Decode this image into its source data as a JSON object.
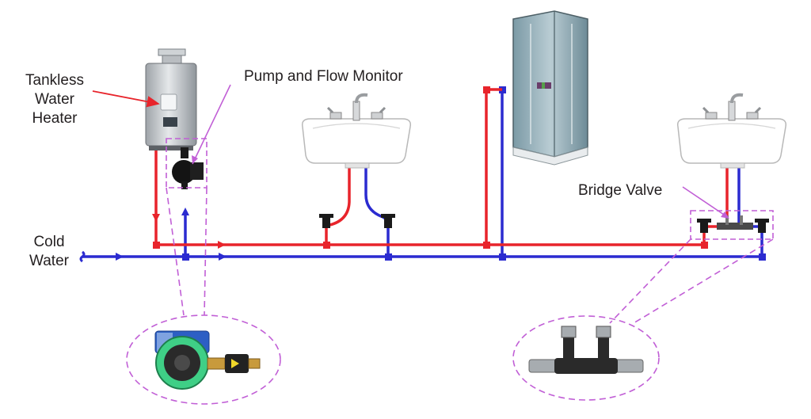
{
  "labels": {
    "tankless_line1": "Tankless",
    "tankless_line2": "Water",
    "tankless_line3": "Heater",
    "pump_monitor": "Pump and Flow Monitor",
    "bridge_valve": "Bridge Valve",
    "cold_line1": "Cold",
    "cold_line2": "Water"
  },
  "colors": {
    "hot_pipe": "#e8242b",
    "cold_pipe": "#2b2bd0",
    "callout": "#c15fd6",
    "arrow_label": "#e8242b"
  },
  "icons": [
    "tankless-heater-icon",
    "pump-icon",
    "sink-icon",
    "shower-icon",
    "bridge-valve-icon",
    "circulation-pump-closeup",
    "bridge-valve-closeup"
  ]
}
